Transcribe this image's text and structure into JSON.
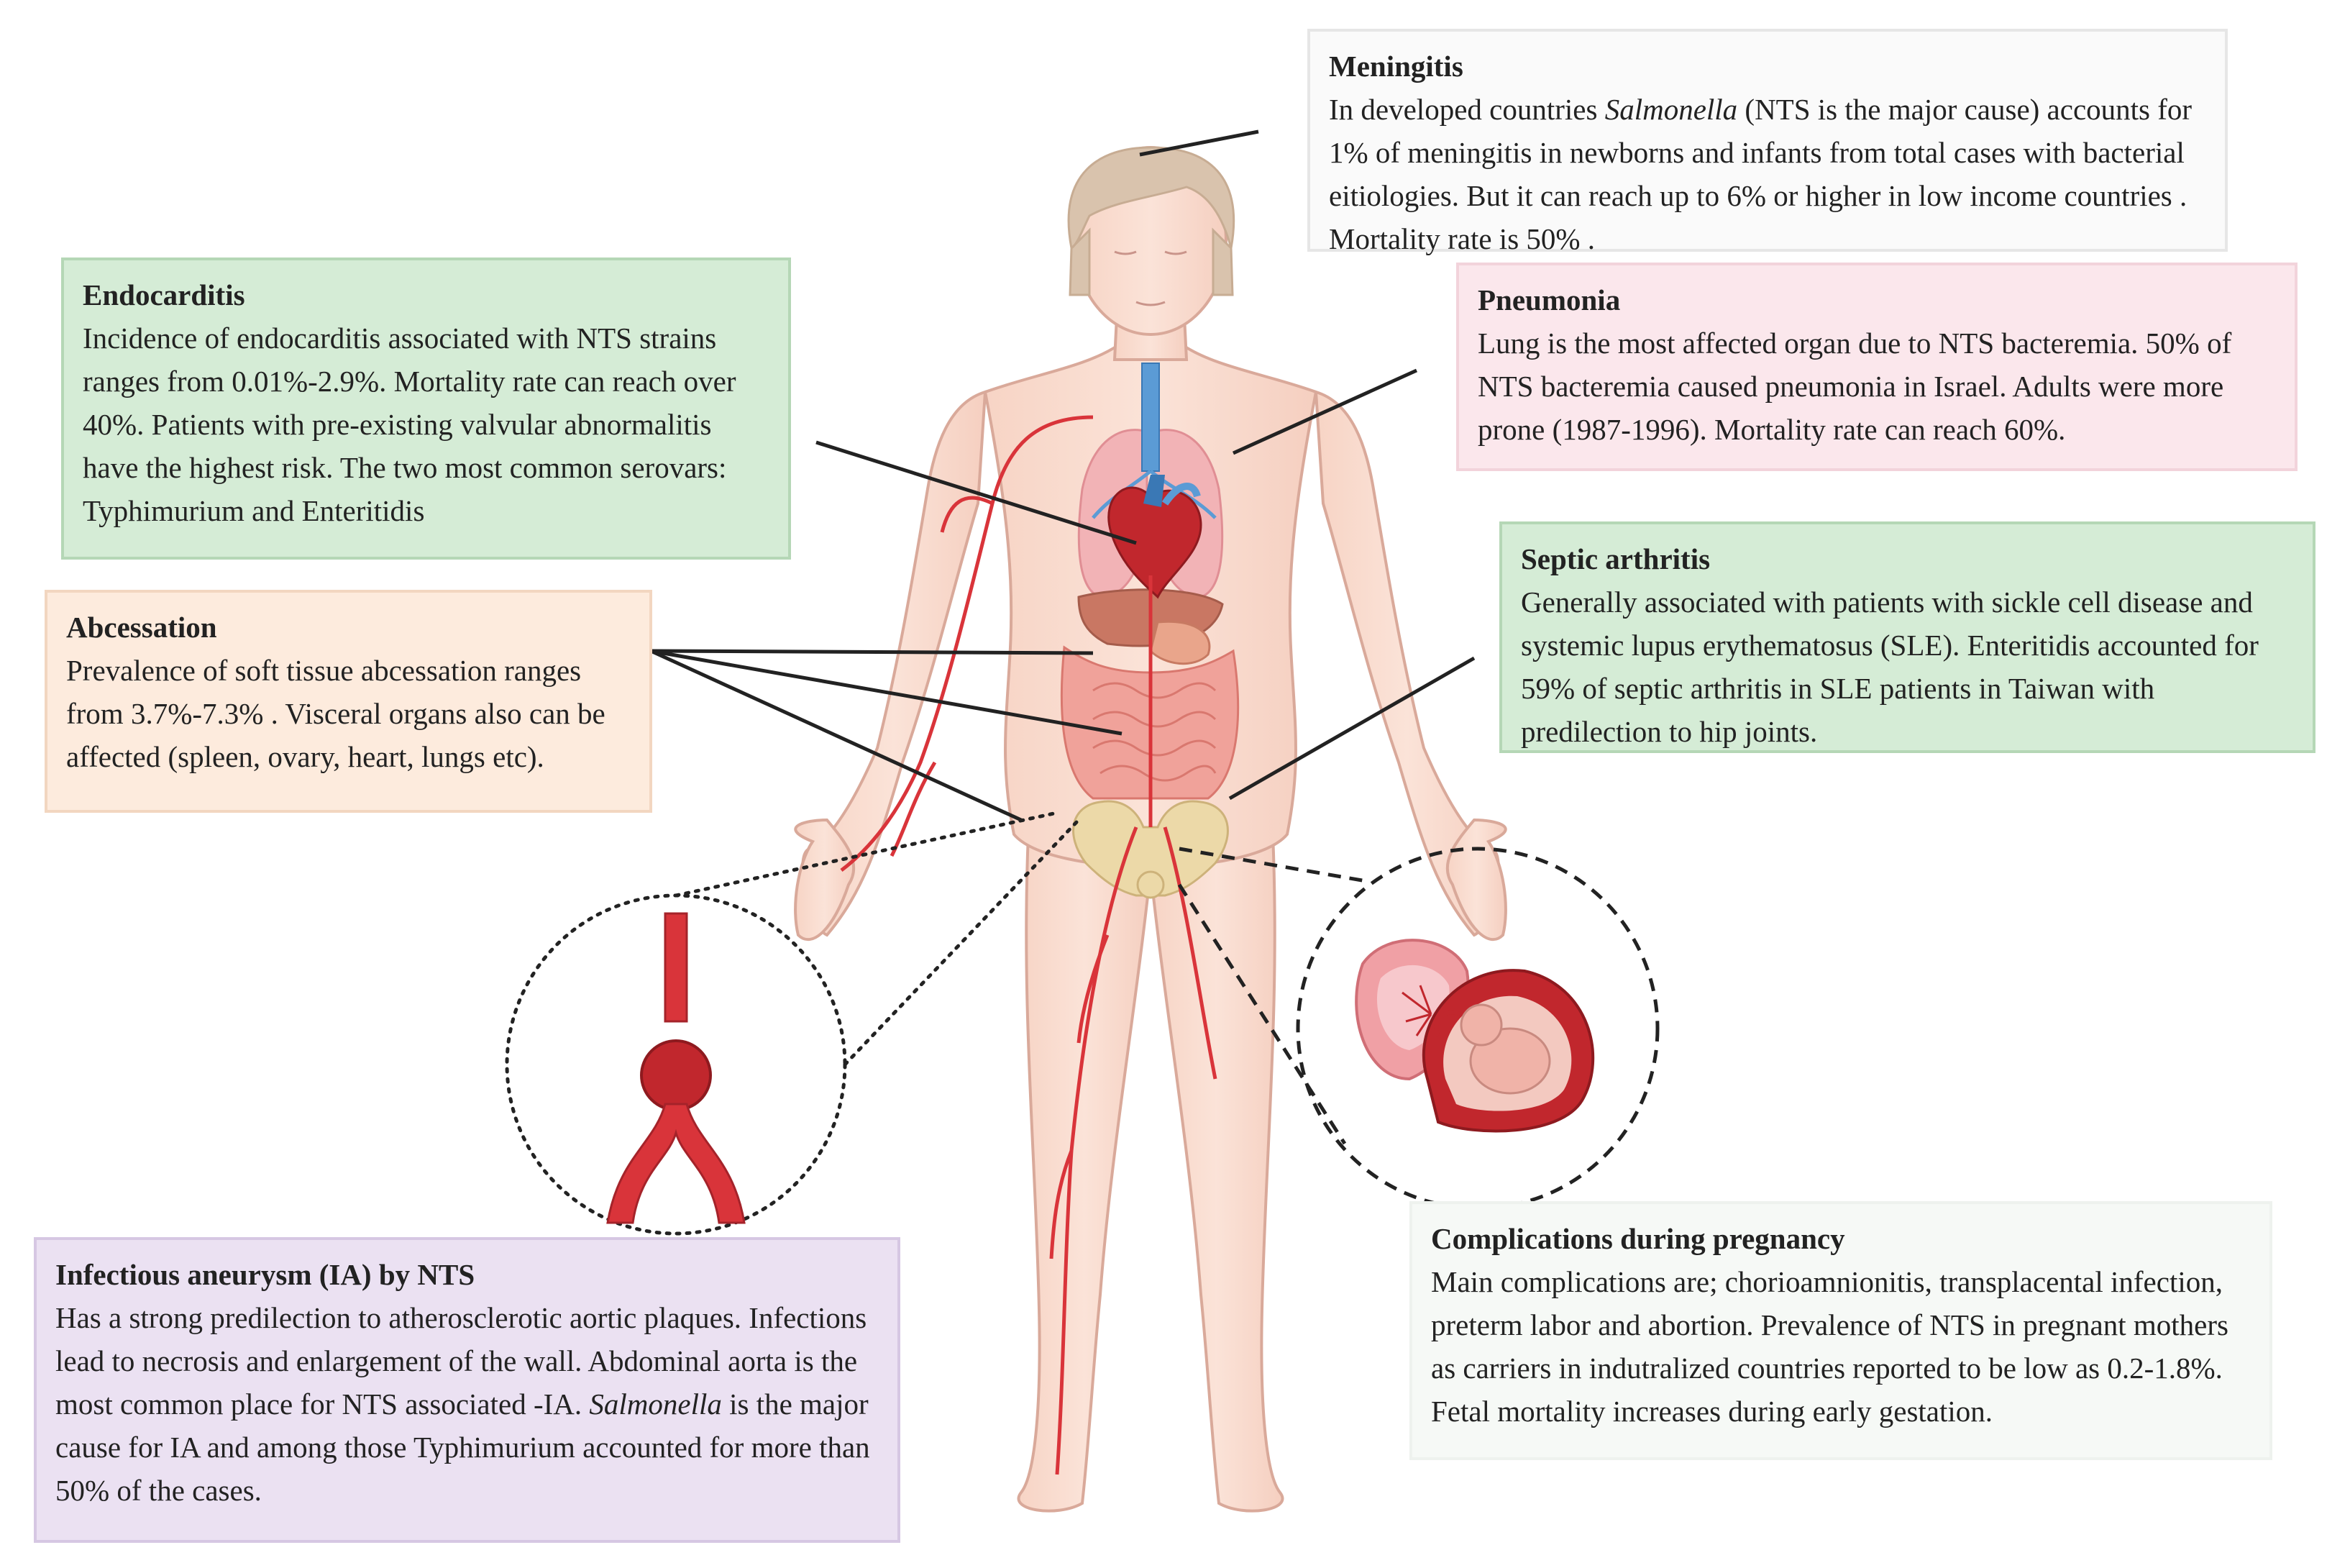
{
  "colors": {
    "skin": "#f9dccf",
    "skin_outline": "#d9a99a",
    "hair": "#d9c3ad",
    "artery": "#d9343a",
    "trachea": "#5b9bd5",
    "lung": "#f2b3b6",
    "liver": "#c97763",
    "intestine": "#f0a29a",
    "pelvis": "#ecd9a8",
    "green_box": "#d5ecd6",
    "pink_box": "#fbe7ec",
    "peach_box": "#fdebdd",
    "lavender_box": "#ebe1f2",
    "grey_box": "#fafafa"
  },
  "icons": [
    "human-body-illustration",
    "heart-icon",
    "lungs-icon",
    "aneurysm-vessel-icon",
    "fetus-in-uterus-icon",
    "placenta-icon",
    "pelvis-icon"
  ],
  "annotations": {
    "meningitis": {
      "title": "Meningitis",
      "body_pre": "In developed countries ",
      "body_italic": "Salmonella",
      "body_post": " (NTS is the major cause) accounts for 1% of meningitis in newborns and infants from total cases with bacterial eitiologies. But it can reach up to 6% or higher in low income countries . Mortality rate is 50% ."
    },
    "pneumonia": {
      "title": "Pneumonia",
      "body": "Lung is the most affected organ due to NTS bacteremia. 50% of NTS bacteremia caused pneumonia in Israel. Adults were more prone (1987-1996). Mortality rate can reach 60%."
    },
    "endocarditis": {
      "title": "Endocarditis",
      "body": "Incidence of endocarditis associated with NTS strains ranges from 0.01%-2.9%. Mortality rate can reach over 40%. Patients with pre-existing valvular abnormalitis have the highest risk. The two most common serovars: Typhimurium and Enteritidis"
    },
    "abcessation": {
      "title": "Abcessation",
      "body": "Prevalence of soft tissue abcessation ranges from 3.7%-7.3% . Visceral organs also can be affected (spleen, ovary, heart, lungs etc)."
    },
    "septic_arthritis": {
      "title": "Septic arthritis",
      "body": "Generally associated with patients with sickle cell disease and systemic lupus erythematosus (SLE). Enteritidis accounted for 59% of septic arthritis in SLE patients in Taiwan with predilection to hip joints."
    },
    "aneurysm": {
      "title": "Infectious aneurysm (IA) by NTS",
      "body_pre": " Has a strong predilection to atherosclerotic aortic plaques. Infections lead to necrosis and enlargement of the wall. Abdominal aorta is the most common place for NTS associated -IA. ",
      "body_italic": "Salmonella",
      "body_post": " is the major cause for IA and among those Typhimurium accounted for more than 50% of the cases."
    },
    "pregnancy": {
      "title": "Complications during pregnancy",
      "body": "Main complications are; chorioamnionitis, transplacental infection, preterm labor and abortion. Prevalence of NTS in pregnant mothers as carriers in indutralized countries reported to be low as 0.2-1.8%. Fetal mortality increases during early gestation."
    }
  }
}
